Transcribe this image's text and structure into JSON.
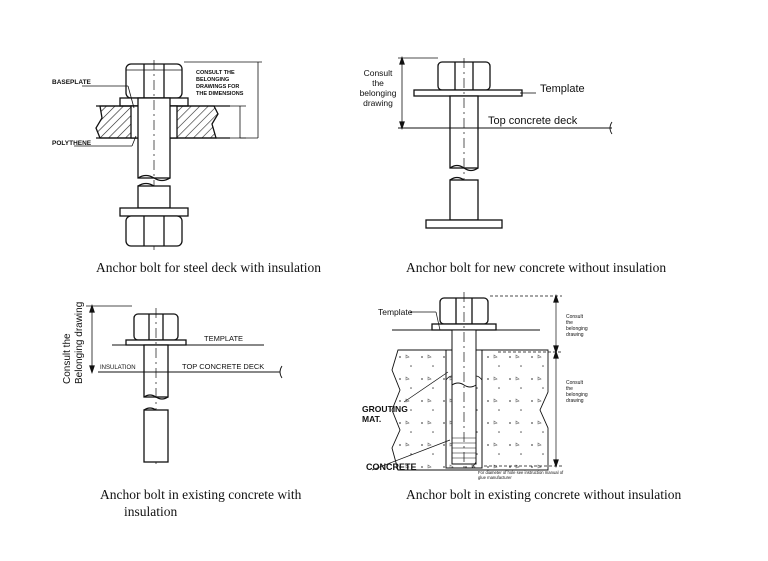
{
  "panels": [
    {
      "id": "steel-deck",
      "caption": "Anchor bolt for steel deck with insulation",
      "labels": {
        "baseplate": "BASEPLATE",
        "polythene": "POLYTHENE",
        "consult_1": "CONSULT THE",
        "consult_2": "BELONGING",
        "consult_3": "DRAWINGS FOR",
        "consult_4": "THE DIMENSIONS"
      }
    },
    {
      "id": "new-concrete",
      "caption": "Anchor bolt for new concrete without insulation",
      "labels": {
        "consult_1": "Consult",
        "consult_2": "the",
        "consult_3": "belonging",
        "consult_4": "drawing",
        "template": "Template",
        "top_deck": "Top concrete deck"
      }
    },
    {
      "id": "existing-insulation",
      "caption_line1": "Anchor bolt in existing concrete with",
      "caption_line2": "insulation",
      "labels": {
        "consult_1": "Consult the",
        "consult_2": "Belonging drawing",
        "template": "TEMPLATE",
        "insulation": "INSULATION",
        "top_deck": "TOP CONCRETE DECK"
      }
    },
    {
      "id": "existing-no-insulation",
      "caption": "Anchor bolt in existing concrete without insulation",
      "labels": {
        "template": "Template",
        "grouting_1": "GROUTING",
        "grouting_2": "MAT.",
        "concrete": "CONCRETE",
        "consult_top_1": "Consult",
        "consult_top_2": "the",
        "consult_top_3": "belonging",
        "consult_top_4": "drawing",
        "consult_bot_1": "Consult",
        "consult_bot_2": "the",
        "consult_bot_3": "belonging",
        "consult_bot_4": "drawing",
        "note_1": "For diameter of hole see instruction manual of",
        "note_2": "glue manufacturer"
      }
    }
  ]
}
